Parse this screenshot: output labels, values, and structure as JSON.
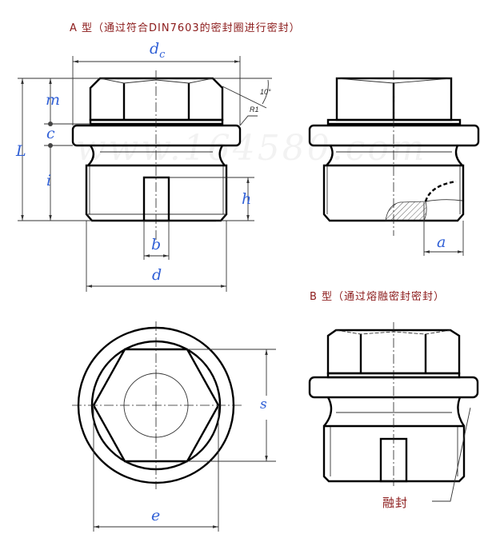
{
  "titles": {
    "type_a": "A 型（通过符合DIN7603的密封圈进行密封）",
    "type_b": "B 型（通过熔融密封密封）"
  },
  "dimensions": {
    "dc": "d",
    "dc_sub": "c",
    "m": "m",
    "c": "c",
    "L": "L",
    "i": "i",
    "h": "h",
    "b": "b",
    "d": "d",
    "a": "a",
    "s": "s",
    "e": "e"
  },
  "annotations": {
    "angle": "10°",
    "radius": "R1",
    "fusion_seal": "融封"
  },
  "watermark": "www.164580.com",
  "colors": {
    "title": "#8b1a1a",
    "dimension": "#2f5fd6"
  }
}
